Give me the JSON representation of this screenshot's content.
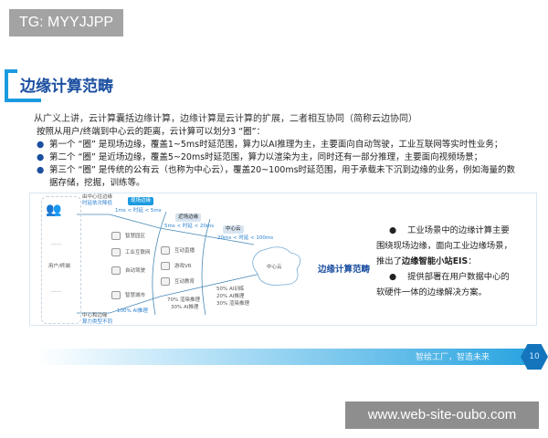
{
  "watermark_top": "TG: MYYJJPP",
  "watermark_bottom": "www.web-site-oubo.com",
  "title": "边缘计算范畴",
  "intro": "从广义上讲，云计算囊括边缘计算，边缘计算是云计算的扩展，二者相互协同（简称云边协同）",
  "lead": "按照从用户/终端到中心云的距离，云计算可以划分3 “圈”：",
  "bullets": [
    "第一个 “圈” 是现场边缘，覆盖1~5ms时延范围，算力以AI推理为主，主要面向自动驾驶，工业互联网等实时性业务；",
    "第二个 “圈” 是近场边缘，覆盖5~20ms时延范围，算力以渲染为主，同时还有一部分推理，主要面向视频场景；",
    "第三个 “圈” 是传统的公有云（也称为中心云），覆盖20~100ms时延范围，用于承载未下沉到边缘的业务，例如海量的数据存储，挖掘，训练等。"
  ],
  "diagram": {
    "user_label": "用户/终端",
    "dots": "……",
    "top_label": [
      "由中心往边缘",
      "时延依次降低"
    ],
    "bottom_label": [
      "中心和边缘",
      "算力类型不同"
    ],
    "zones": [
      {
        "name": "现场边缘",
        "latency": "1ms < 时延 < 5ms",
        "compute": [
          "100% AI推理"
        ]
      },
      {
        "name": "近场边缘",
        "latency": "5ms < 时延 < 20ms",
        "compute": [
          "70% 渲染推理",
          "30% AI推理"
        ]
      },
      {
        "name": "中心云",
        "latency": "20ms < 时延 < 100ms",
        "compute": [
          "50% AI训练",
          "20% AI推理",
          "30% 渲染推理"
        ]
      }
    ],
    "scenarios_1": [
      "智慧园区",
      "工业互联网",
      "自动驾驶",
      "智慧城市"
    ],
    "scenarios_2": [
      "互动直播",
      "游戏VR",
      "互动教育"
    ],
    "cloud": "中心云",
    "caption": "边缘计算范畴"
  },
  "right_text": {
    "p1_pre": "工业场景中的边缘计算主要围绕现场边缘，面向工业边缘场景，推出了",
    "p1_bold": "边缘智能小站EIS",
    "p1_post": "：",
    "p2": "提供部署在用户数据中心的软硬件一体的边缘解决方案。"
  },
  "footer": {
    "slogan": "智绘工厂，智造未来",
    "page": "10"
  },
  "colors": {
    "accent": "#1a9be0",
    "title": "#1b4fa0"
  }
}
